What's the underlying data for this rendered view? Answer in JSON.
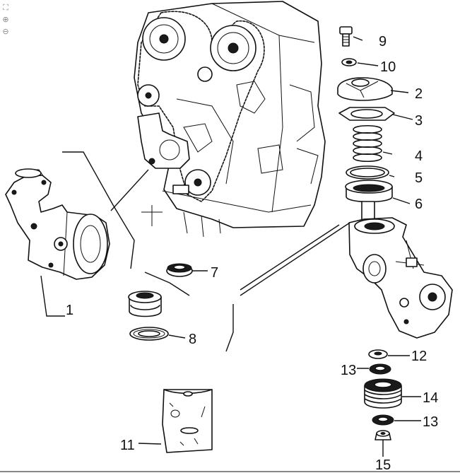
{
  "viewer_tools": [
    {
      "name": "fit-page-icon",
      "glyph": "⛶"
    },
    {
      "name": "zoom-in-icon",
      "glyph": "⊕"
    },
    {
      "name": "zoom-out-icon",
      "glyph": "⊖"
    }
  ],
  "callouts": {
    "c1": "1",
    "c2": "2",
    "c3": "3",
    "c4": "4",
    "c5": "5",
    "c6": "6",
    "c7": "7",
    "c8": "8",
    "c9": "9",
    "c10": "10",
    "c11": "11",
    "c12": "12",
    "c13a": "13",
    "c13b": "13",
    "c14": "14",
    "c15": "15"
  }
}
